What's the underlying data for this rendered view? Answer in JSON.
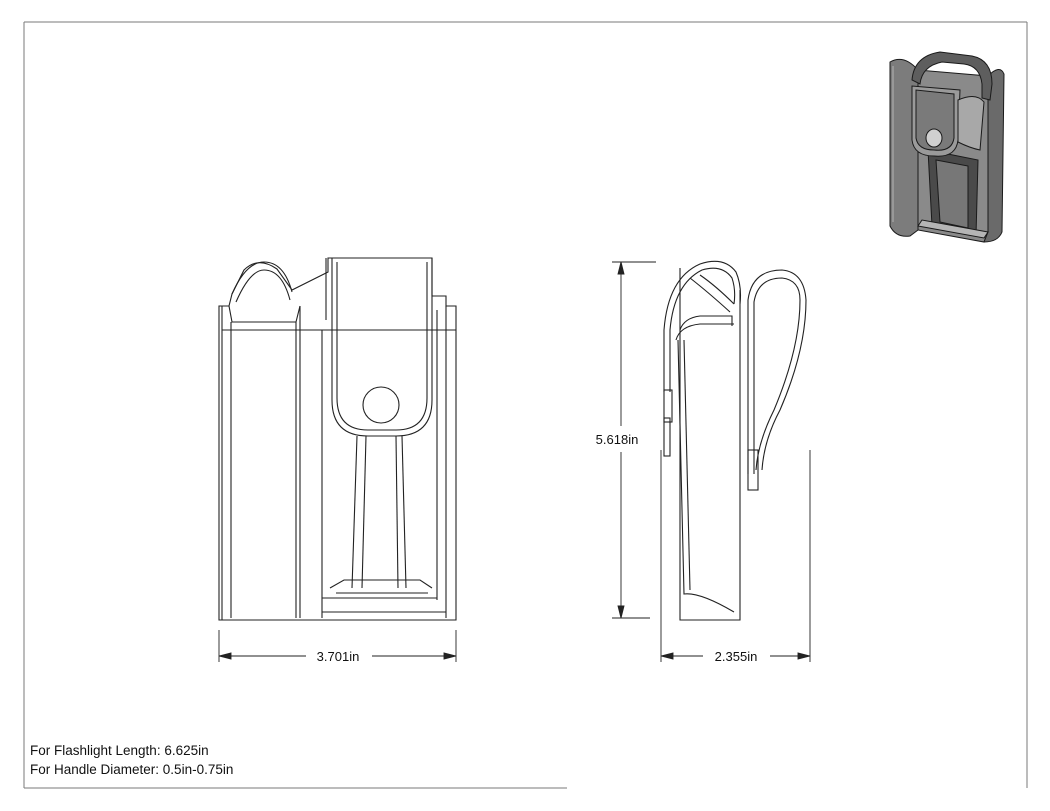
{
  "dimensions": {
    "width": {
      "value": "3.701in"
    },
    "height": {
      "value": "5.618in"
    },
    "depth": {
      "value": "2.355in"
    }
  },
  "notes": [
    "For Flashlight Length: 6.625in",
    "For Handle Diameter: 0.5in-0.75in"
  ],
  "colors": {
    "line": "#222222",
    "frame": "#7a7a7a",
    "render_dark": "#4a4a4a",
    "render_mid": "#7c7c7c",
    "render_light": "#b5b5b5"
  },
  "views": [
    "front-view",
    "side-view",
    "isometric-render"
  ]
}
